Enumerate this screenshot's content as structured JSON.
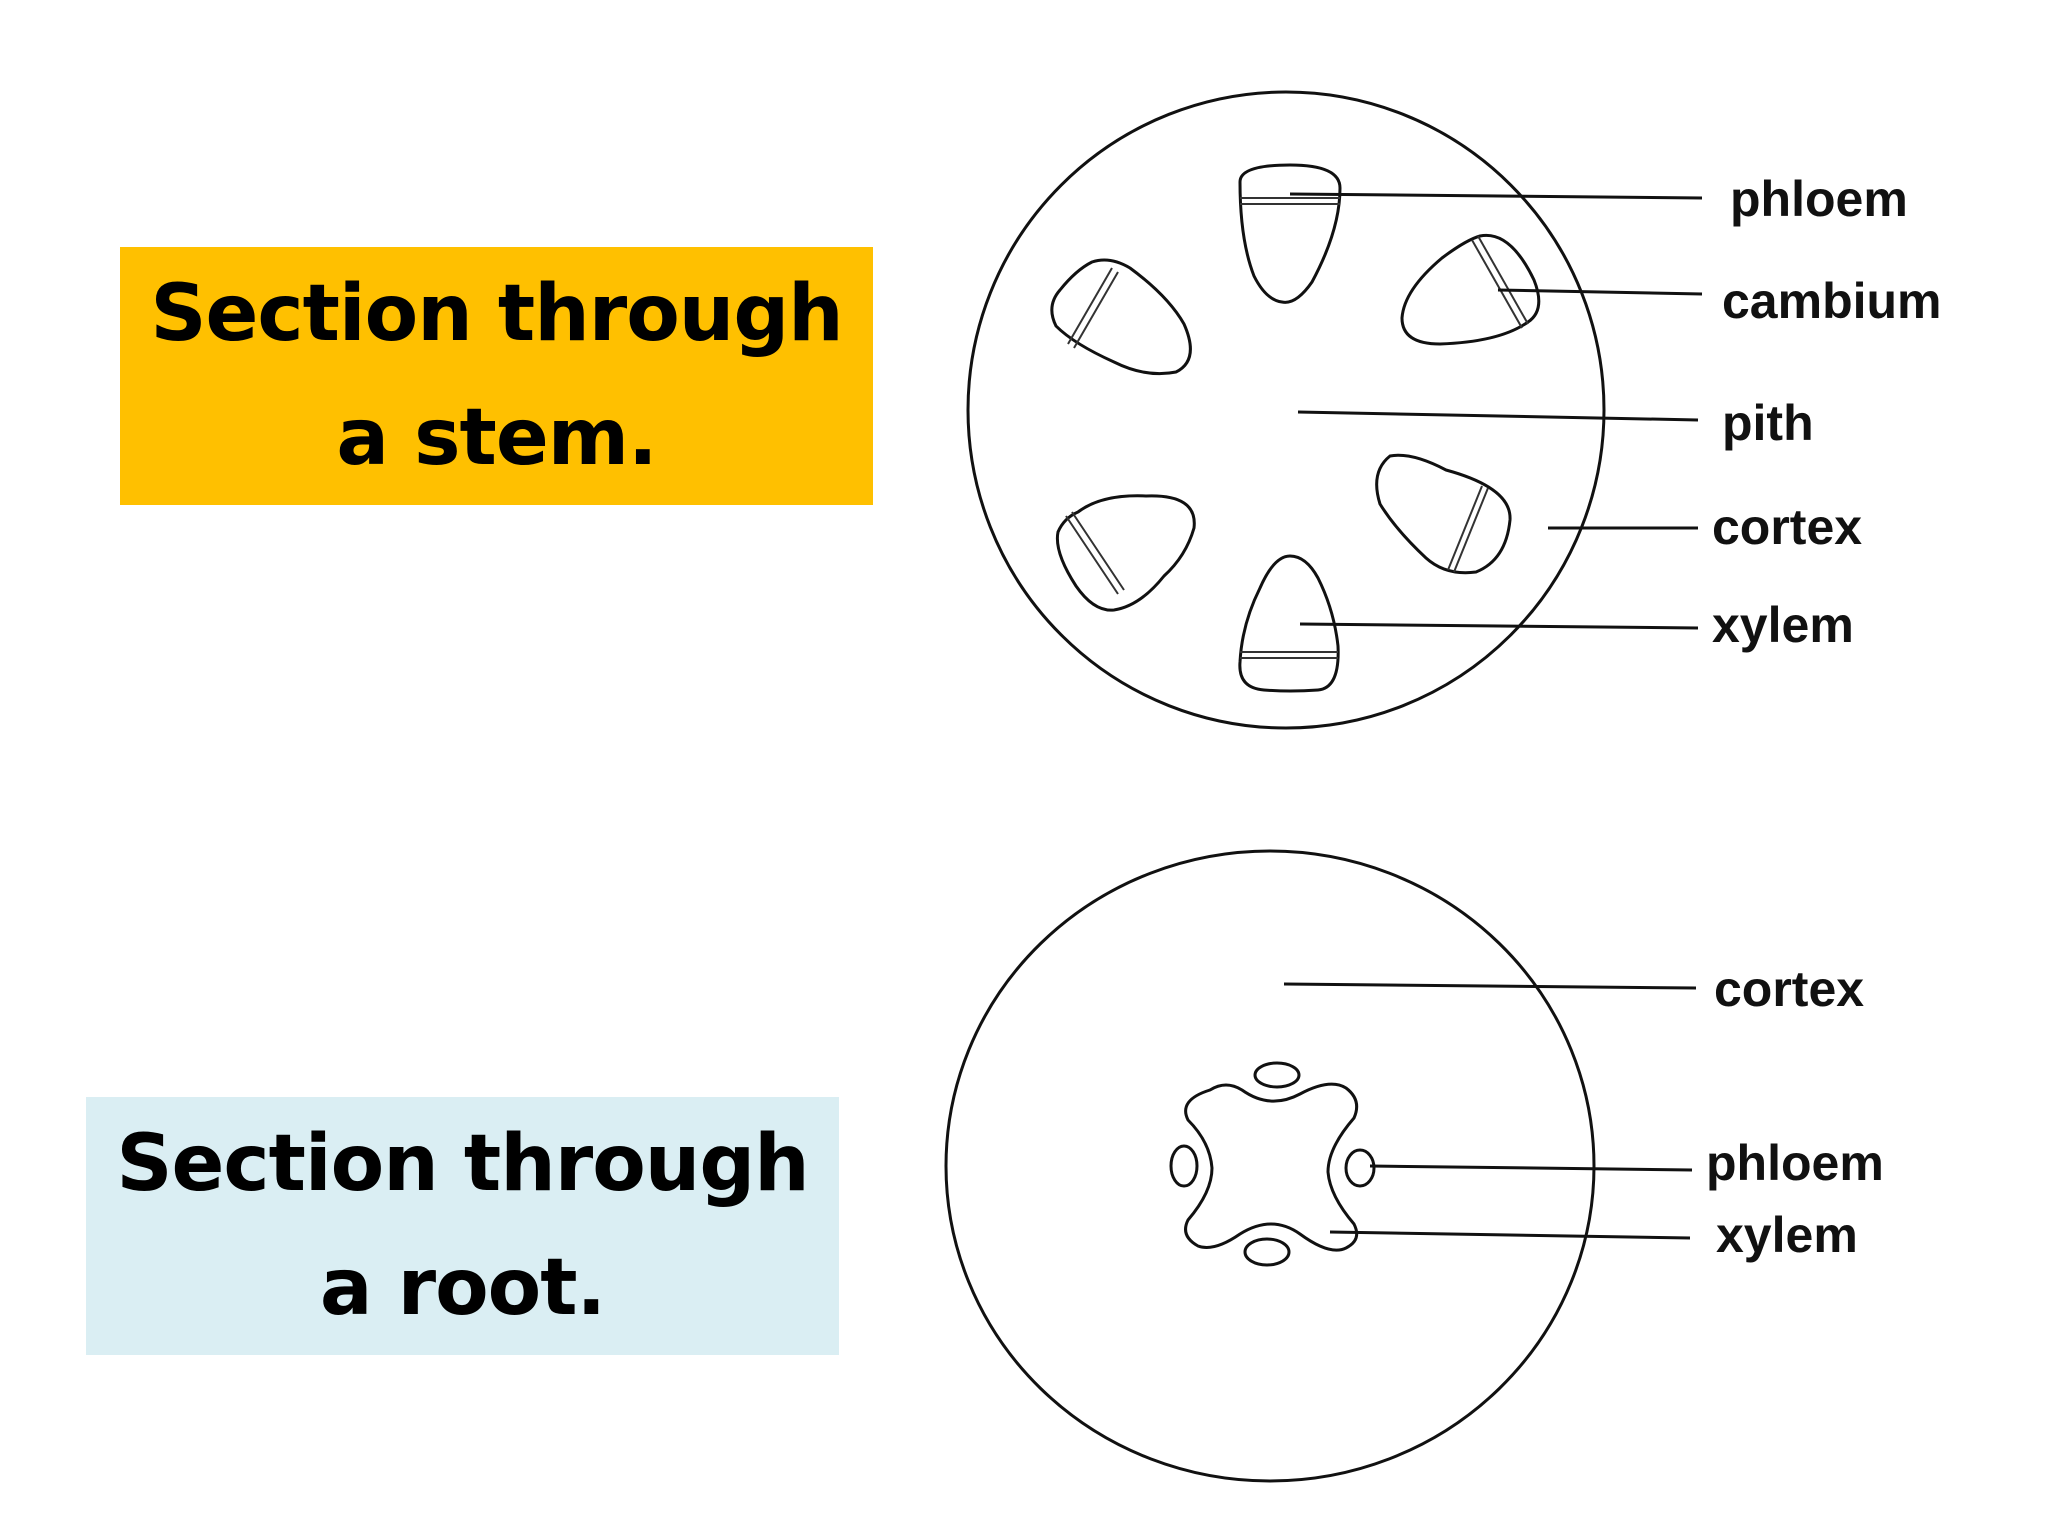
{
  "stem_section": {
    "title_line1": "Section through",
    "title_line2": "a stem.",
    "title_bg": "#FFC000",
    "labels": {
      "phloem": "phloem",
      "cambium": "cambium",
      "pith": "pith",
      "cortex": "cortex",
      "xylem": "xylem"
    }
  },
  "root_section": {
    "title_line1": "Section through",
    "title_line2": "a root.",
    "title_bg": "#DAEEF3",
    "labels": {
      "cortex": "cortex",
      "phloem": "phloem",
      "xylem": "xylem"
    }
  }
}
